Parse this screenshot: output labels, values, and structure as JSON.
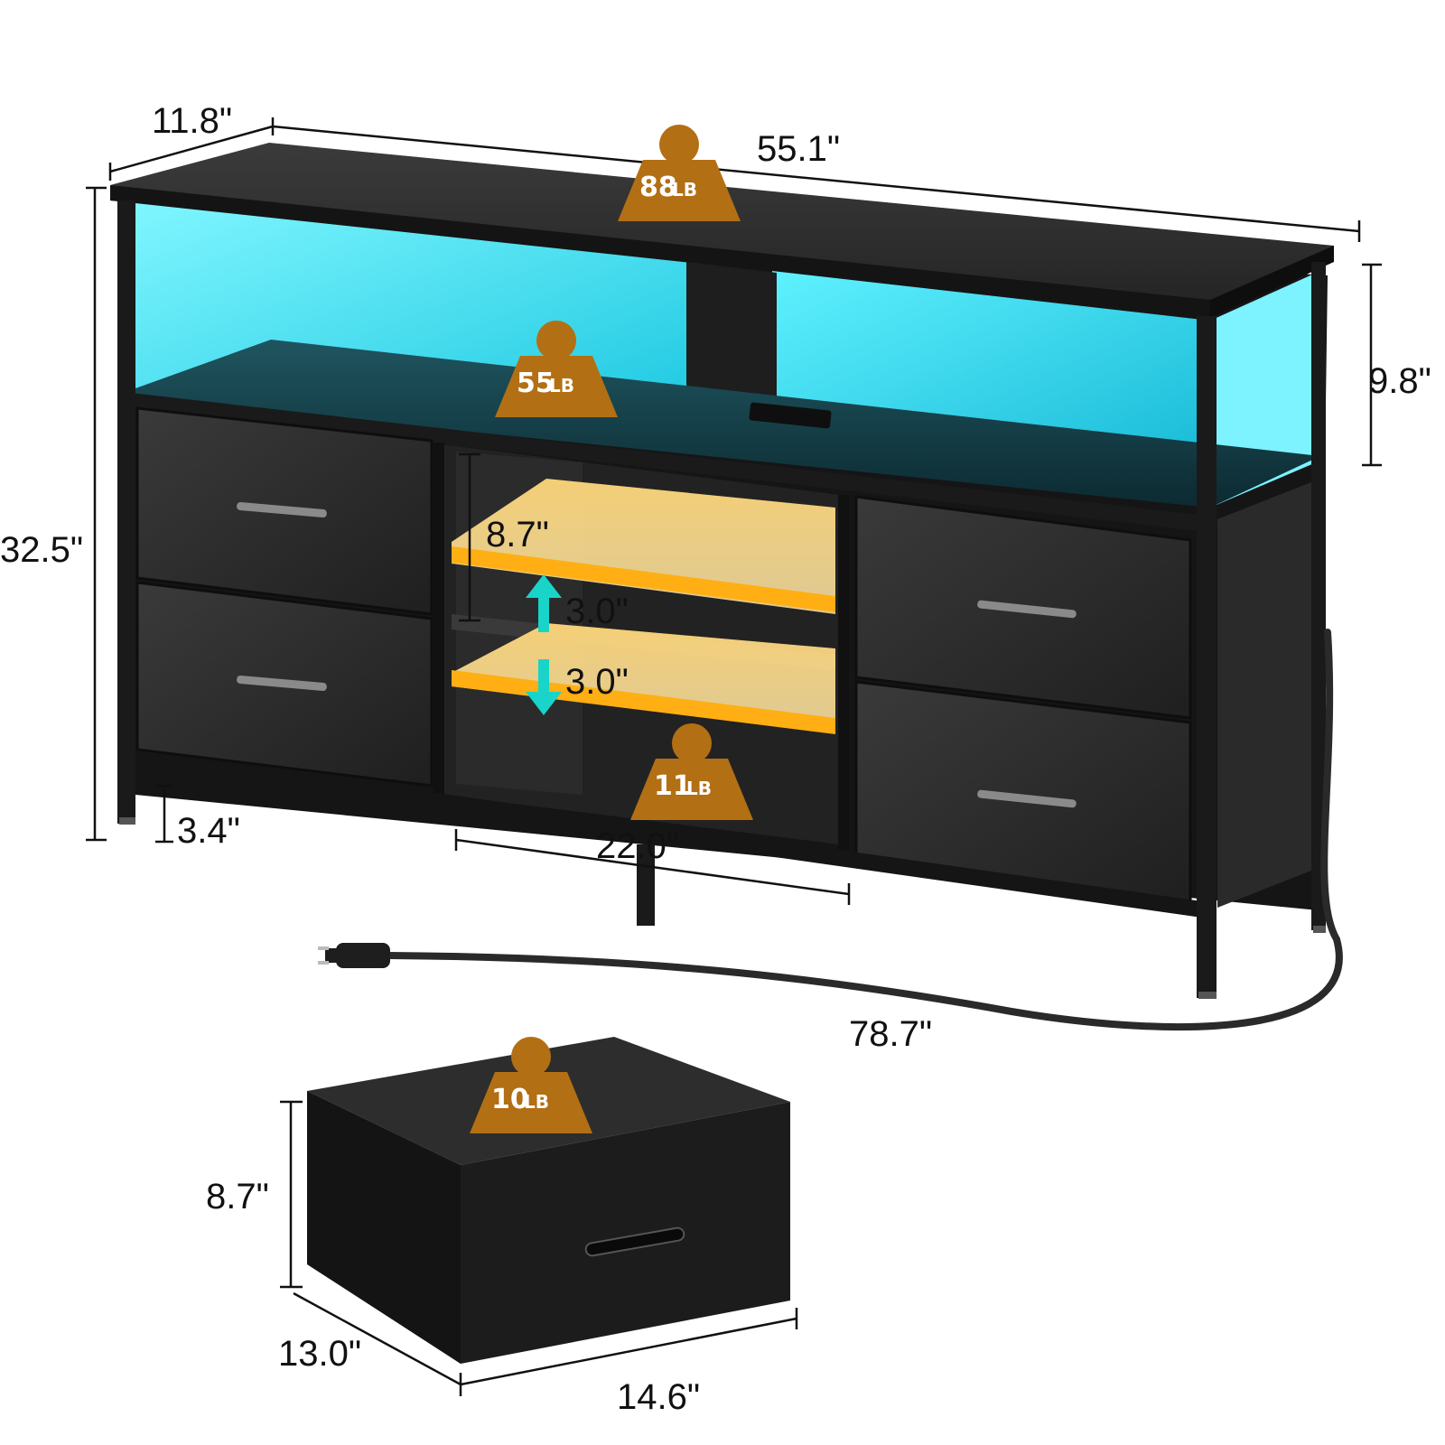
{
  "colors": {
    "frame": "#1b1b1b",
    "wood_top": "#2a2a2a",
    "drawer_fabric": "#2c2c2c",
    "led_glow": "#2fe6ff",
    "shelf_highlight": "#ffb21a",
    "weight_badge": "#b36f14",
    "dimension_line": "#111111",
    "adjust_arrow": "#19d4c8"
  },
  "icons": {
    "weight": "weight-icon",
    "arrow_up": "arrow-up-icon",
    "arrow_down": "arrow-down-icon",
    "plug": "power-plug-icon"
  },
  "dimensions": {
    "depth": "11.8\"",
    "width": "55.1\"",
    "height": "32.5\"",
    "top_shelf_height": "9.8\"",
    "middle_opening_height": "8.7\"",
    "shelf_adjust_up": "3.0\"",
    "shelf_adjust_down": "3.0\"",
    "leg_height": "3.4\"",
    "middle_width": "22.0\"",
    "cord_length": "78.7\"",
    "drawer_height": "8.7\"",
    "drawer_depth": "13.0\"",
    "drawer_width": "14.6\""
  },
  "weights": {
    "top": {
      "value": "88",
      "unit": "LB"
    },
    "shelf": {
      "value": "55",
      "unit": "LB"
    },
    "bottom": {
      "value": "11",
      "unit": "LB"
    },
    "drawer": {
      "value": "10",
      "unit": "LB"
    }
  }
}
